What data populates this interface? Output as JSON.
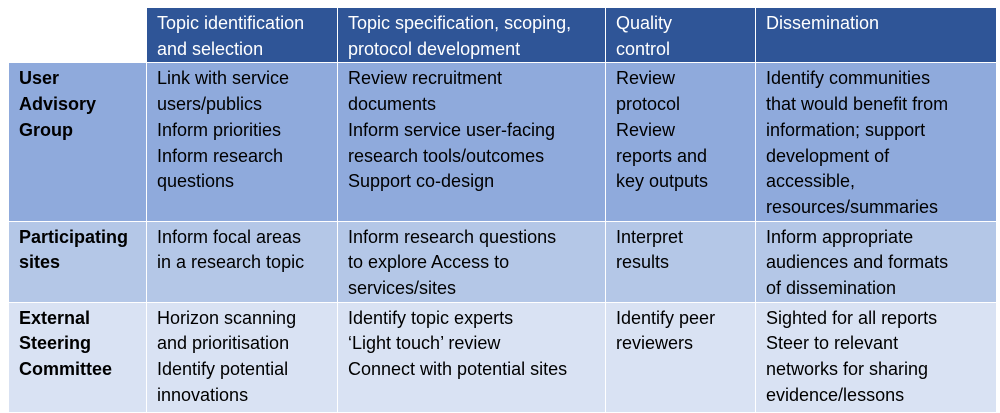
{
  "table": {
    "columns": [
      [
        "Topic identification",
        "and selection"
      ],
      [
        "Topic specification, scoping,",
        "protocol development"
      ],
      [
        "Quality",
        "control"
      ],
      [
        "Dissemination"
      ]
    ],
    "rows": [
      {
        "label": [
          "User",
          "Advisory",
          "Group"
        ],
        "cells": [
          [
            "Link with service",
            "users/publics",
            "Inform priorities",
            "Inform research",
            "questions"
          ],
          [
            "Review recruitment",
            "documents",
            "Inform service user-facing",
            "research tools/outcomes",
            "Support co-design"
          ],
          [
            "Review",
            "protocol",
            "Review",
            "reports and",
            "key outputs"
          ],
          [
            "Identify communities",
            "that would benefit from",
            "information; support",
            "development of",
            "accessible,",
            "resources/summaries"
          ]
        ]
      },
      {
        "label": [
          "Participating",
          "sites"
        ],
        "cells": [
          [
            "Inform focal areas",
            "in a research topic"
          ],
          [
            "Inform research questions",
            "to explore Access to",
            "services/sites"
          ],
          [
            "Interpret",
            "results"
          ],
          [
            "Inform appropriate",
            "audiences and formats",
            "of dissemination"
          ]
        ]
      },
      {
        "label": [
          "External",
          "Steering",
          "Committee"
        ],
        "cells": [
          [
            "Horizon scanning",
            "and prioritisation",
            "Identify potential",
            "innovations"
          ],
          [
            "Identify topic experts",
            "‘Light touch’ review",
            "Connect with potential sites"
          ],
          [
            "Identify peer",
            "reviewers"
          ],
          [
            "Sighted for all reports",
            "Steer to relevant",
            "networks for sharing",
            "evidence/lessons"
          ]
        ]
      }
    ]
  }
}
